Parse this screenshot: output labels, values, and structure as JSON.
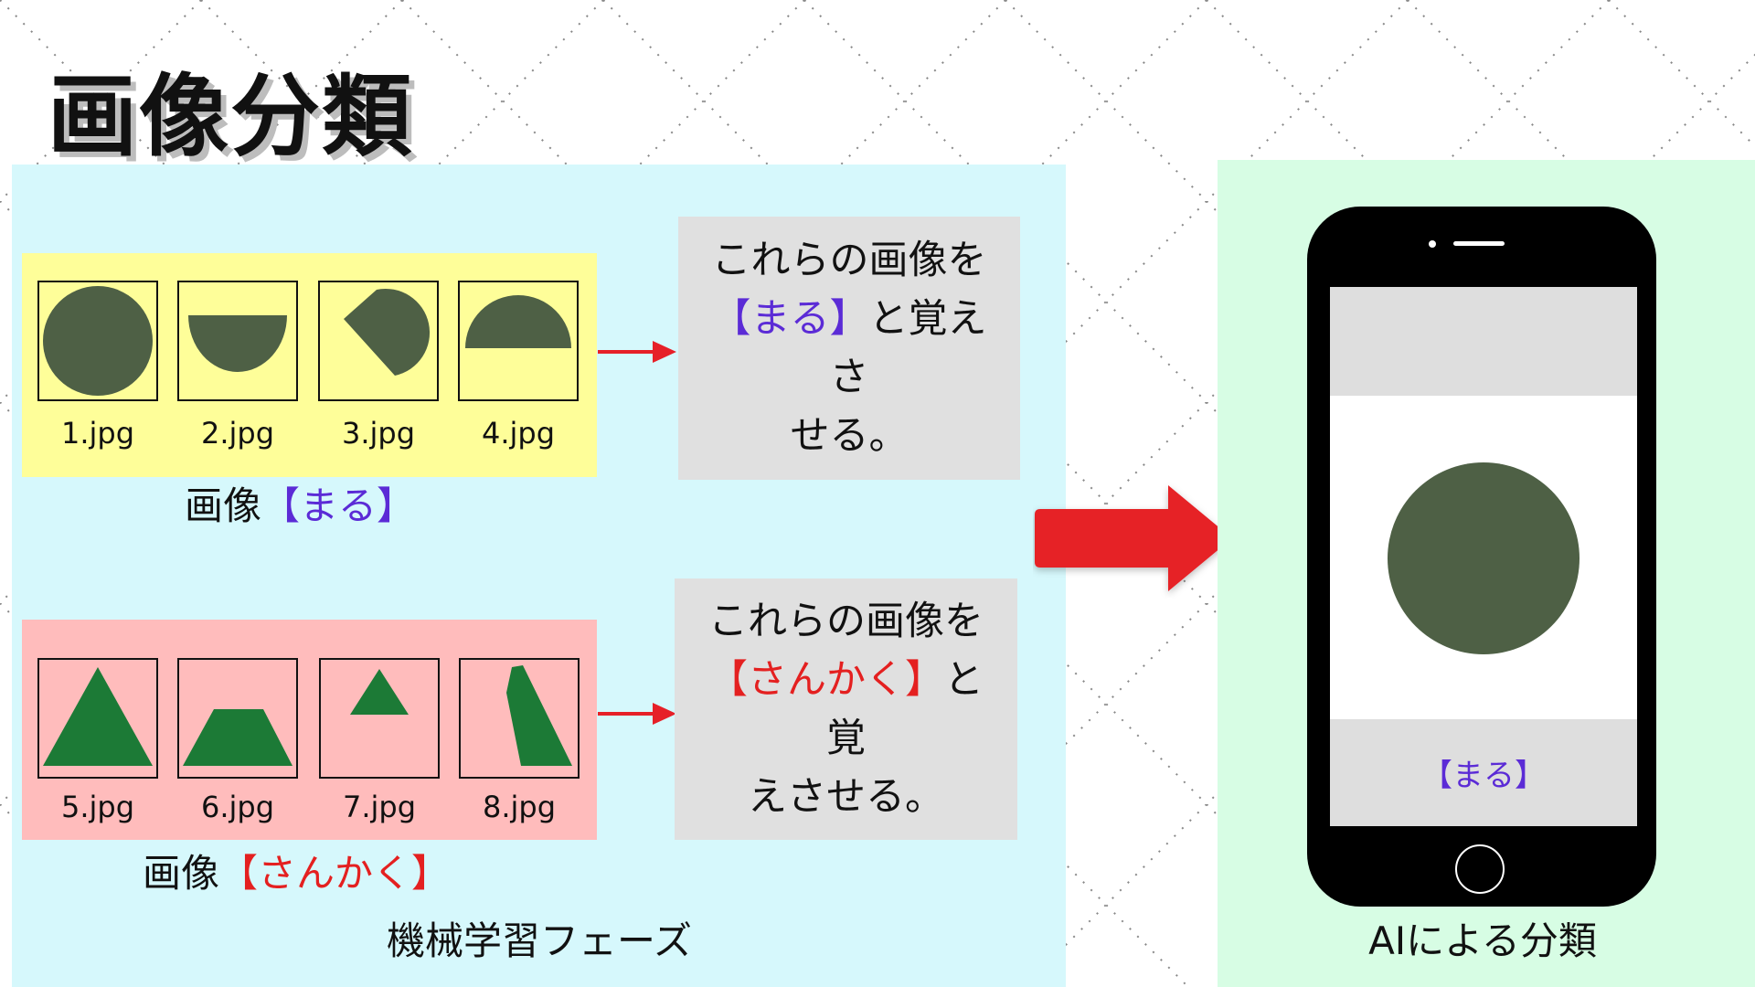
{
  "title": "画像分類",
  "learning_phase": {
    "caption": "機械学習フェーズ",
    "groups": [
      {
        "id": "maru",
        "label_prefix": "画像",
        "label_category": "【まる】",
        "files": [
          "1.jpg",
          "2.jpg",
          "3.jpg",
          "4.jpg"
        ],
        "instruction": {
          "line1": "これらの画像を",
          "line2_category": "【まる】",
          "line2_rest": "と覚えさ",
          "line3": "せる。"
        }
      },
      {
        "id": "sankaku",
        "label_prefix": "画像",
        "label_category": "【さんかく】",
        "files": [
          "5.jpg",
          "6.jpg",
          "7.jpg",
          "8.jpg"
        ],
        "instruction": {
          "line1": "これらの画像を",
          "line2_category": "【さんかく】",
          "line2_rest": "と覚",
          "line3": "えさせる。"
        }
      }
    ]
  },
  "ai_phase": {
    "caption": "AIによる分類",
    "result_label": "【まる】"
  },
  "colors": {
    "learning_panel": "#d6f8fc",
    "ai_panel": "#d7fde4",
    "maru_group": "#fefe99",
    "sankaku_group": "#ffbcbc",
    "circle_shape": "#4e6045",
    "triangle_shape": "#1c7a36",
    "arrow": "#e62028",
    "category_maru": "#5b2bd6",
    "category_sankaku": "#e42020"
  },
  "icons": [
    "circle-shape",
    "bowl-shape",
    "cut-circle-shape",
    "semicircle-shape",
    "triangle-shape",
    "trapezoid-shape",
    "small-triangle-shape",
    "slanted-quad-shape",
    "arrow-right-icon",
    "smartphone-icon"
  ]
}
